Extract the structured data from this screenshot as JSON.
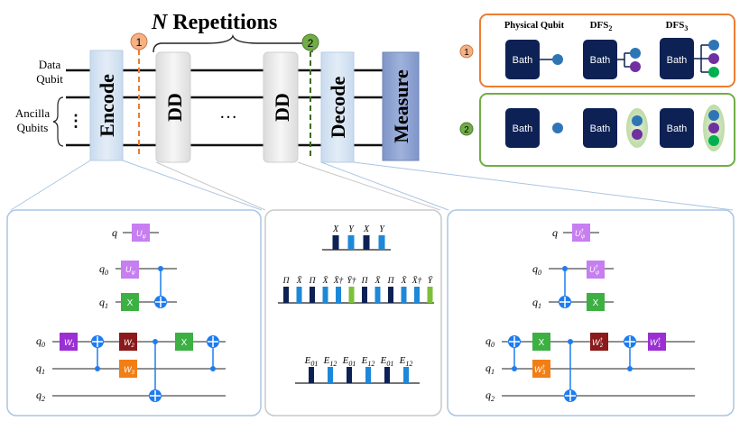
{
  "title": {
    "n": "N",
    "rest": " Repetitions"
  },
  "left_labels": {
    "data_line1": "Data",
    "data_line2": "Qubit",
    "anc_line1": "Ancilla",
    "anc_line2": "Qubits",
    "dots": "⋮"
  },
  "blocks": {
    "encode": "Encode",
    "dd1": "DD",
    "dots": "…",
    "dd2": "DD",
    "decode": "Decode",
    "measure": "Measure"
  },
  "markers": {
    "one": "1",
    "two": "2"
  },
  "panel_top": {
    "physical_qubit": "Physical Qubit",
    "dfs2_base": "DFS",
    "dfs2_sub": "2",
    "dfs3_base": "DFS",
    "dfs3_sub": "3",
    "bath": "Bath"
  },
  "encode_panel": {
    "q": "q",
    "u_psi": "U",
    "q0": "q",
    "q1": "q",
    "q2": "q",
    "x": "X",
    "w1": "W",
    "w2": "W",
    "w3": "W"
  },
  "dd_panel": {
    "row1": [
      "X",
      "Y",
      "X",
      "Y"
    ],
    "row2": [
      "Π",
      "X̄",
      "Π",
      "X̄",
      "X̄†",
      "Ȳ†",
      "Π",
      "X̄",
      "Π",
      "X̄",
      "X̄†",
      "Ȳ"
    ],
    "row3": [
      "E",
      "E",
      "E",
      "E",
      "E",
      "E"
    ],
    "row3_subs": [
      "01",
      "12",
      "01",
      "12",
      "01",
      "12"
    ]
  },
  "decode_panel": {
    "q": "q",
    "u_psi_dag": "U",
    "q0": "q",
    "q1": "q",
    "q2": "q",
    "x": "X",
    "w1_dag": "W",
    "w2_dag": "W",
    "w3_dag": "W"
  },
  "colors": {
    "encode_block": "#dce8f4",
    "dd_block": "#f0f0f0",
    "measure_block": "#8ea4d2",
    "marker1": "#f4b183",
    "marker2": "#70ad47",
    "orange_frame": "#ed7d31",
    "green_frame": "#70ad47",
    "bath": "#0d2154",
    "qubit_blue": "#2e75b6",
    "qubit_purple": "#7030a0",
    "qubit_green": "#00b050",
    "gate_purple": "#c67ef0",
    "gate_green": "#3cb043",
    "gate_maroon": "#8b1a1a",
    "gate_orange": "#f07f17",
    "gate_w1": "#9b2fd4",
    "cnot": "#1e7cf0",
    "panel_border": "#a9c6e3",
    "pulse_navy": "#0d2154",
    "pulse_blue": "#1e88d8",
    "pulse_green": "#7cbf3a"
  }
}
